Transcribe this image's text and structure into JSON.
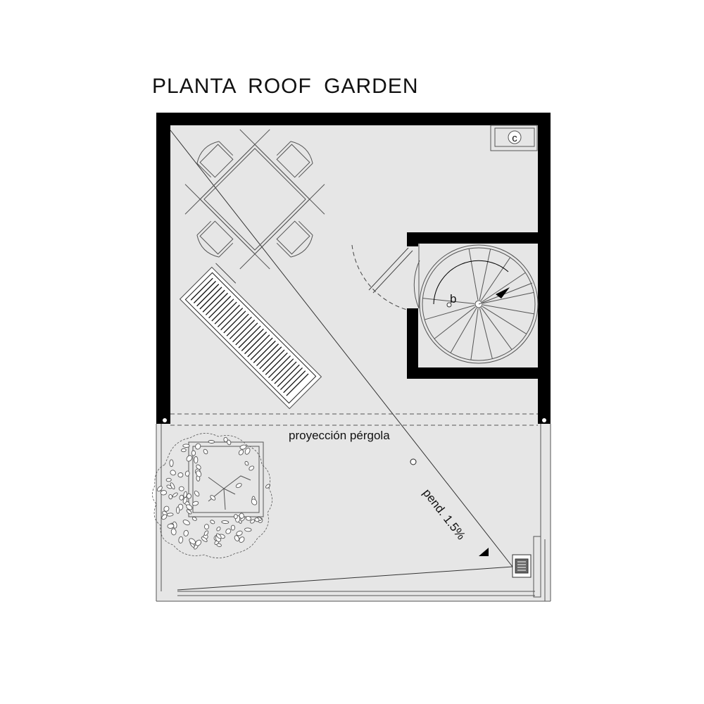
{
  "title": "PLANTA ROOF GARDEN",
  "labels": {
    "closet_tag": "c",
    "stair_tag": "b",
    "pergola_label": "proyección pérgola",
    "slope_label": "pend. 1.5%"
  },
  "colors": {
    "floor": "#e6e6e6",
    "wall": "#000000",
    "line": "#333333"
  }
}
